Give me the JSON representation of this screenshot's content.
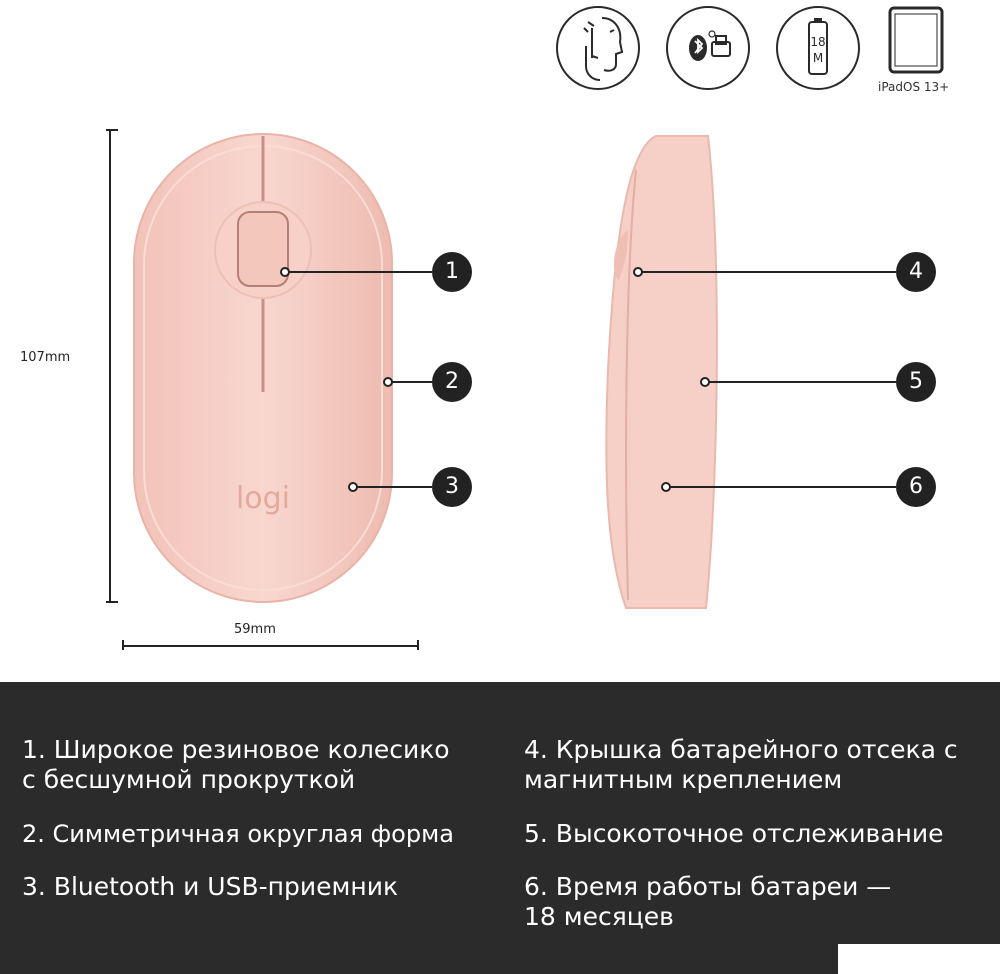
{
  "badges": {
    "ipados_label": "iPadOS 13+",
    "battery_top": "18",
    "battery_bottom": "M"
  },
  "logo_text": "logi",
  "dimensions": {
    "height": "107mm",
    "width": "59mm"
  },
  "callouts": [
    "1",
    "2",
    "3",
    "4",
    "5",
    "6"
  ],
  "features": {
    "f1_line1": "1. Широкое резиновое колесико",
    "f1_line2": "с бесшумной прокруткой",
    "f2": "2.  Симметричная округлая форма",
    "f3": "3. Bluetooth и USB-приемник",
    "f4_line1": "4. Крышка батарейного отсека с",
    "f4_line2": "магнитным креплением",
    "f5": "5. Высокоточное отслеживание",
    "f6_line1": "6. Время работы батареи —",
    "f6_line2": "18 месяцев"
  },
  "colors": {
    "mouse_pink": "#f6cfc6",
    "dark_band": "#2b2b2b"
  }
}
